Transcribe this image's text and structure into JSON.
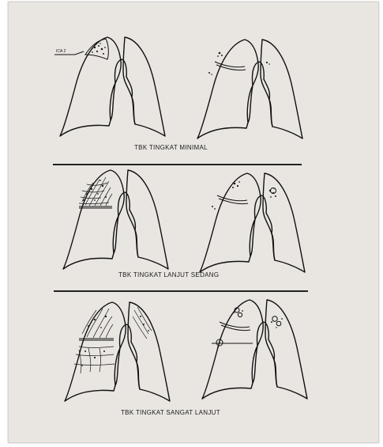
{
  "figure": {
    "panels": [
      {
        "id": "minimal",
        "caption": "TBK TINGKAT MINIMAL",
        "annotation": "ICA 2"
      },
      {
        "id": "lanjut-sedang",
        "caption": "TBK TINGKAT LANJUT SEDANG"
      },
      {
        "id": "sangat-lanjut",
        "caption": "TBK TINGKAT SANGAT LANJUT"
      }
    ]
  },
  "colors": {
    "paper": "#e9e6e2",
    "ink": "#111111"
  }
}
